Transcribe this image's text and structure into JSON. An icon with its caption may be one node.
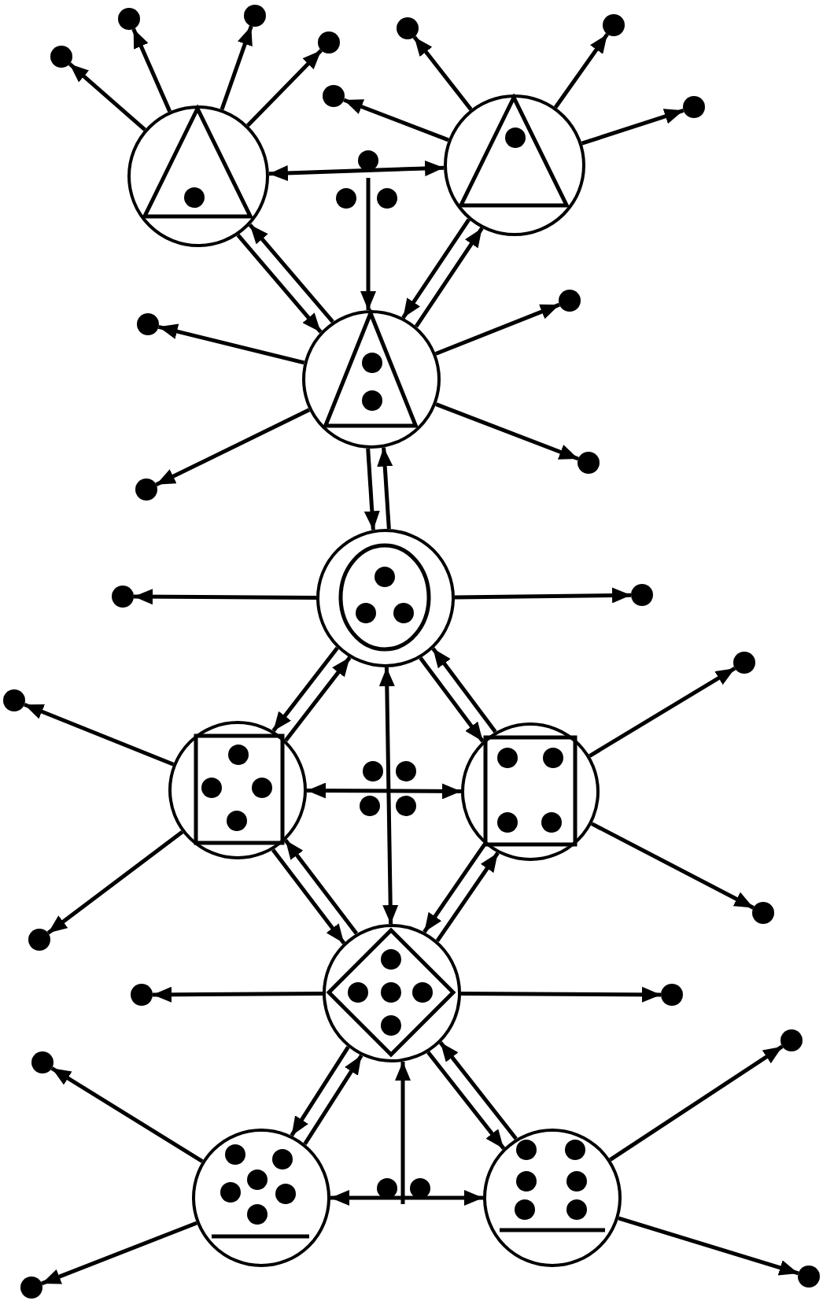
{
  "diagram": {
    "nodes": [
      {
        "text": [],
        "shape": "circle"
      },
      {
        "text": [],
        "shape": "circle"
      },
      {
        "text": [],
        "shape": "circle"
      },
      {
        "text": [],
        "shape": "circle"
      },
      {
        "text": [],
        "shape": "circle"
      },
      {
        "text": [],
        "shape": "circle"
      },
      {
        "text": [],
        "shape": "circle"
      },
      {
        "text": [],
        "shape": "circle"
      },
      {
        "text": [],
        "shape": "circle"
      },
      {
        "text": [],
        "shape": "circle"
      },
      {
        "text": [],
        "shape": "circle"
      },
      {
        "text": [],
        "shape": "circle"
      },
      {
        "text": [],
        "shape": "circle"
      },
      {
        "text": [],
        "shape": "circle"
      },
      {
        "text": [],
        "shape": "circle"
      },
      {
        "text": [],
        "shape": "circle"
      },
      {
        "text": [],
        "shape": "circle"
      },
      {
        "text": [],
        "shape": "circle"
      },
      {
        "text": [],
        "shape": "circle"
      },
      {
        "text": [],
        "shape": "circle"
      },
      {
        "text": [],
        "shape": "circle"
      },
      {
        "text": [],
        "shape": "circle"
      },
      {
        "text": [],
        "shape": "circle"
      },
      {
        "text": [],
        "shape": "circle"
      },
      {
        "text": [],
        "shape": "circle"
      },
      {
        "text": [],
        "shape": "circle"
      },
      {
        "text": [],
        "shape": "circle"
      },
      {
        "text": [],
        "shape": "circle"
      },
      {
        "text": [],
        "shape": "circle"
      },
      {
        "text": [],
        "shape": "circle"
      },
      {
        "text": [],
        "shape": "circle"
      },
      {
        "text": [],
        "shape": "circle"
      },
      {
        "text": [],
        "shape": "circle"
      }
    ],
    "edges": [
      {
        "from": 0,
        "to": 1,
        "arrow": "both"
      },
      {
        "from": null,
        "to": 2,
        "arrow": "to"
      },
      {
        "from": 0,
        "to": 2,
        "arrow": "to"
      },
      {
        "from": 2,
        "to": 0,
        "arrow": "to"
      },
      {
        "from": 1,
        "to": 2,
        "arrow": "to"
      },
      {
        "from": 2,
        "to": 1,
        "arrow": "to"
      },
      {
        "from": 2,
        "to": 3,
        "arrow": "to"
      },
      {
        "from": 3,
        "to": 2,
        "arrow": "to"
      },
      {
        "from": 3,
        "to": 4,
        "arrow": "to"
      },
      {
        "from": 4,
        "to": 3,
        "arrow": "to"
      },
      {
        "from": 3,
        "to": 5,
        "arrow": "to"
      },
      {
        "from": 5,
        "to": 3,
        "arrow": "to"
      },
      {
        "from": 3,
        "to": 6,
        "arrow": "both"
      },
      {
        "from": 4,
        "to": 5,
        "arrow": "both"
      },
      {
        "from": 4,
        "to": 6,
        "arrow": "to"
      },
      {
        "from": 6,
        "to": 4,
        "arrow": "to"
      },
      {
        "from": 5,
        "to": 6,
        "arrow": "to"
      },
      {
        "from": 6,
        "to": 5,
        "arrow": "to"
      },
      {
        "from": 6,
        "to": 7,
        "arrow": "to"
      },
      {
        "from": 7,
        "to": 6,
        "arrow": "to"
      },
      {
        "from": 6,
        "to": 8,
        "arrow": "to"
      },
      {
        "from": 8,
        "to": 6,
        "arrow": "to"
      },
      {
        "from": 7,
        "to": 8,
        "arrow": "both"
      },
      {
        "from": null,
        "to": 6,
        "arrow": "to"
      },
      {
        "from": 0,
        "to": 9,
        "arrow": "to"
      },
      {
        "from": 0,
        "to": 10,
        "arrow": "to"
      },
      {
        "from": 0,
        "to": 11,
        "arrow": "to"
      },
      {
        "from": 0,
        "to": 12,
        "arrow": "to"
      },
      {
        "from": 1,
        "to": 13,
        "arrow": "to"
      },
      {
        "from": 1,
        "to": 14,
        "arrow": "to"
      },
      {
        "from": 1,
        "to": 15,
        "arrow": "to"
      },
      {
        "from": 1,
        "to": 16,
        "arrow": "to"
      },
      {
        "from": 2,
        "to": 17,
        "arrow": "to"
      },
      {
        "from": 2,
        "to": 18,
        "arrow": "to"
      },
      {
        "from": 2,
        "to": 19,
        "arrow": "to"
      },
      {
        "from": 2,
        "to": 20,
        "arrow": "to"
      },
      {
        "from": 3,
        "to": 21,
        "arrow": "to"
      },
      {
        "from": 3,
        "to": 22,
        "arrow": "to"
      },
      {
        "from": 4,
        "to": 23,
        "arrow": "to"
      },
      {
        "from": 4,
        "to": 24,
        "arrow": "to"
      },
      {
        "from": 5,
        "to": 25,
        "arrow": "to"
      },
      {
        "from": 5,
        "to": 26,
        "arrow": "to"
      },
      {
        "from": 6,
        "to": 27,
        "arrow": "to"
      },
      {
        "from": 6,
        "to": 28,
        "arrow": "to"
      },
      {
        "from": 7,
        "to": 29,
        "arrow": "to"
      },
      {
        "from": 7,
        "to": 30,
        "arrow": "to"
      },
      {
        "from": 8,
        "to": 31,
        "arrow": "to"
      },
      {
        "from": 8,
        "to": 32,
        "arrow": "to"
      }
    ]
  }
}
